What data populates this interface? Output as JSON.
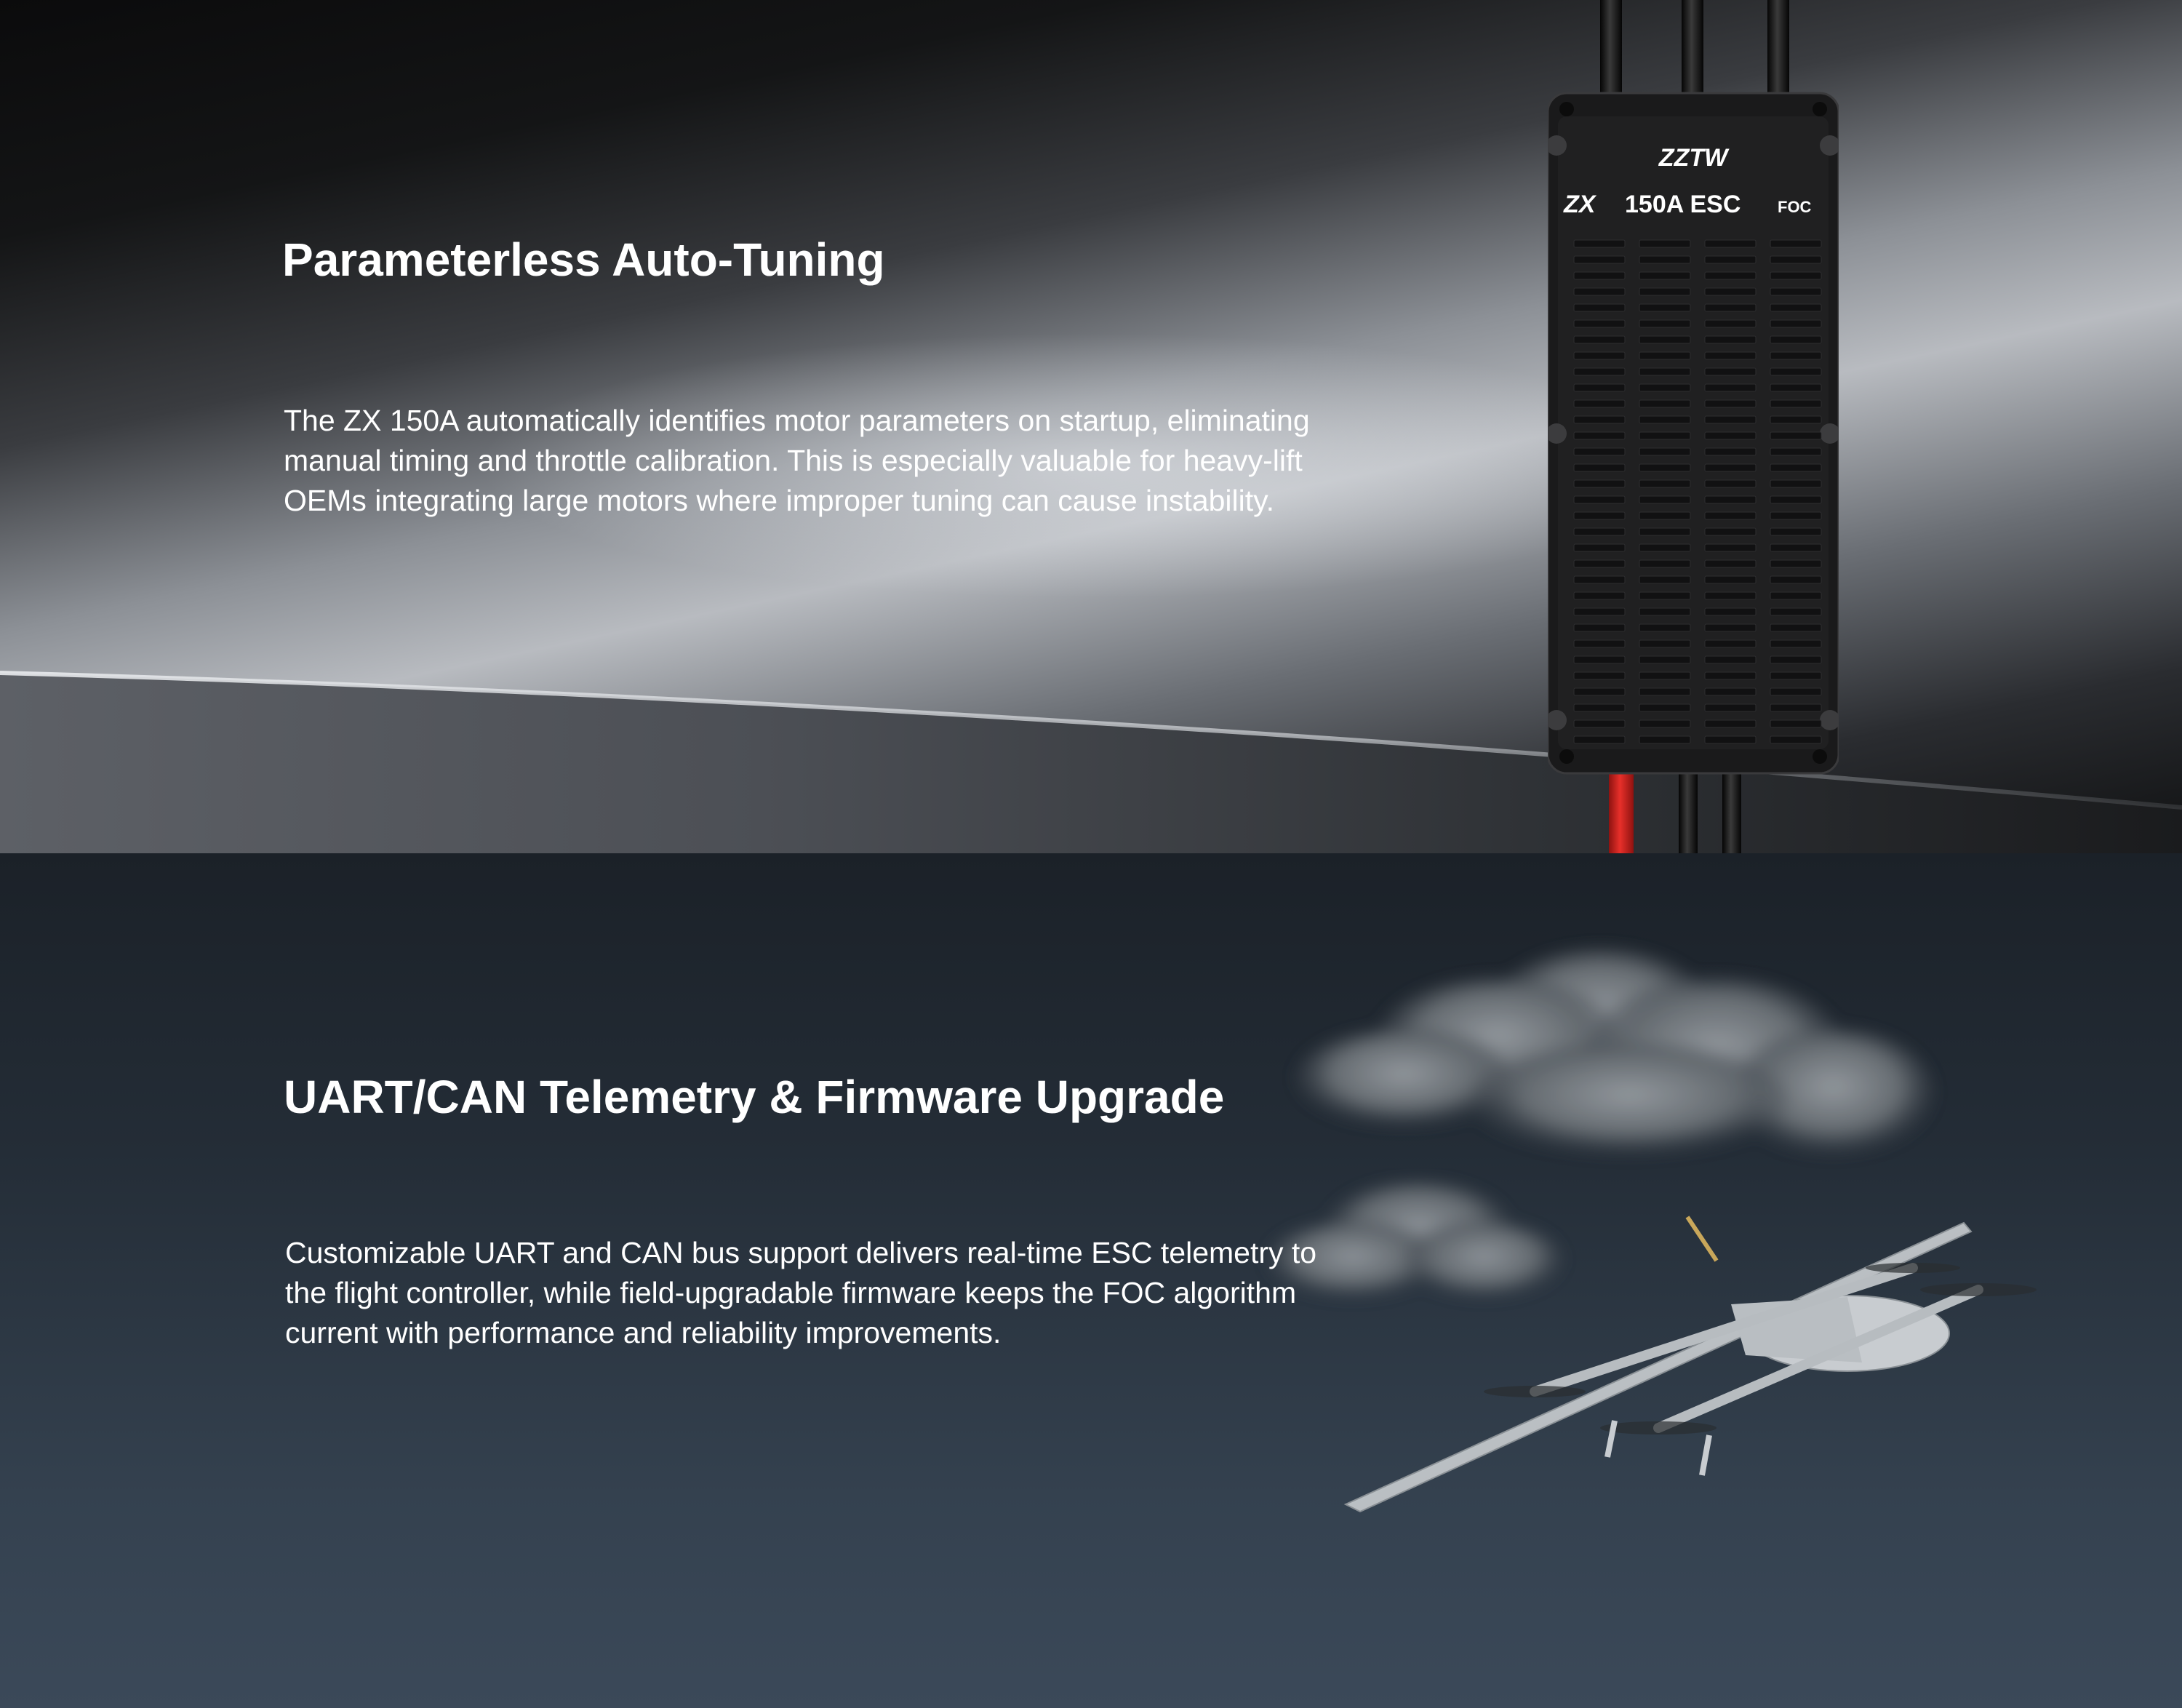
{
  "section1": {
    "title": "Parameterless Auto-Tuning",
    "description": "The ZX 150A automatically identifies motor parameters on startup, eliminating manual timing and throttle calibration. This is especially valuable for heavy-lift OEMs integrating large motors where improper tuning can cause instability."
  },
  "device": {
    "brand": "ZZTW",
    "model_prefix": "ZX",
    "model": "150A ESC",
    "suffix": "FOC"
  },
  "section2": {
    "title": "UART/CAN Telemetry & Firmware Upgrade",
    "description": "Customizable UART and CAN bus support delivers real-time ESC telemetry to the flight controller, while field-upgradable firmware keeps the FOC algorithm current with performance and reliability improvements."
  },
  "colors": {
    "text": "#ffffff",
    "wire_red": "#d0201c",
    "esc_body": "#1c1c1d"
  }
}
